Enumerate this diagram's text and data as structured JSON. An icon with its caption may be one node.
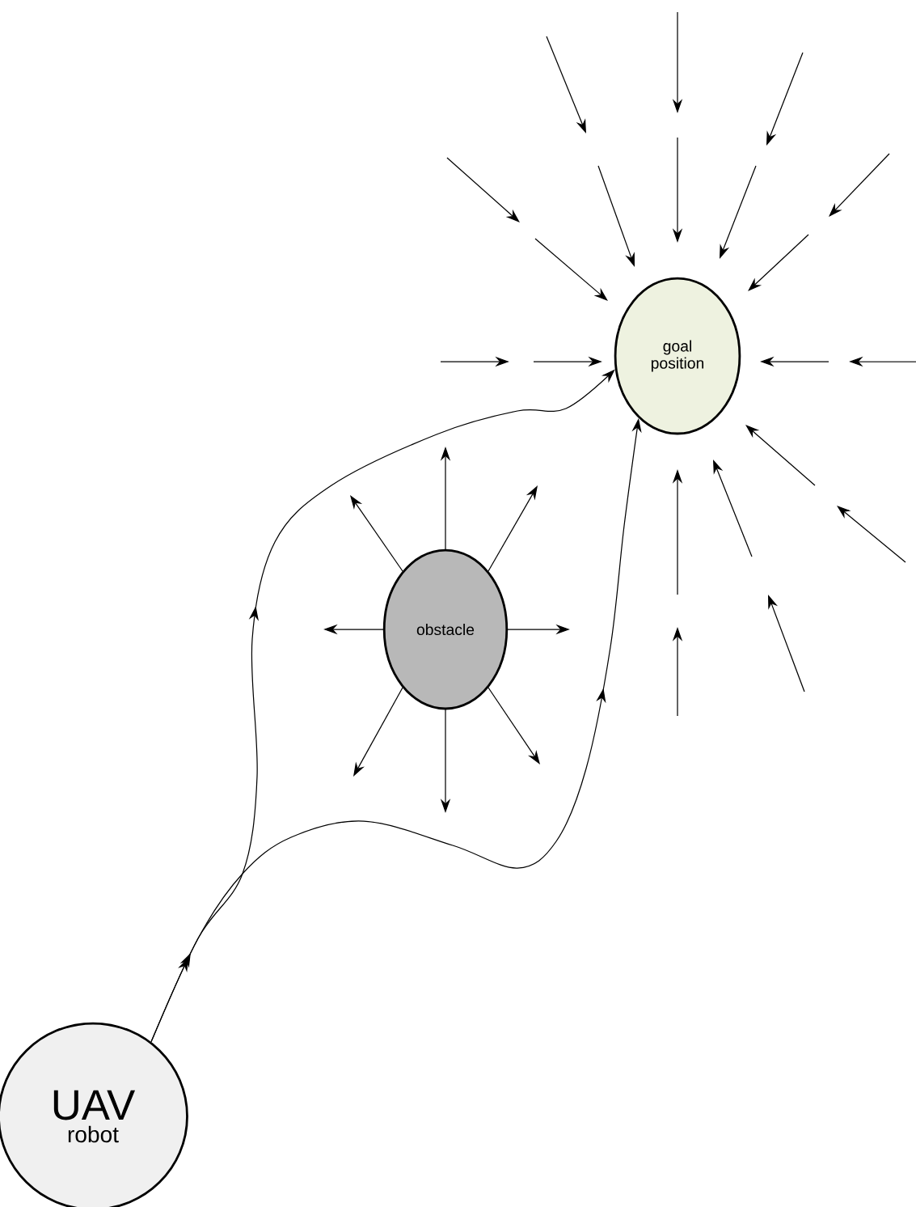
{
  "diagram": {
    "nodes": [
      {
        "text": [
          "goal position"
        ]
      },
      {
        "text": [
          "obstacle"
        ]
      },
      {
        "text": [
          "UAV",
          "robot"
        ]
      }
    ],
    "edges": [
      {
        "from": 2,
        "to": 0,
        "arrow": "to"
      },
      {
        "from": 2,
        "to": 0,
        "arrow": "to"
      }
    ]
  }
}
